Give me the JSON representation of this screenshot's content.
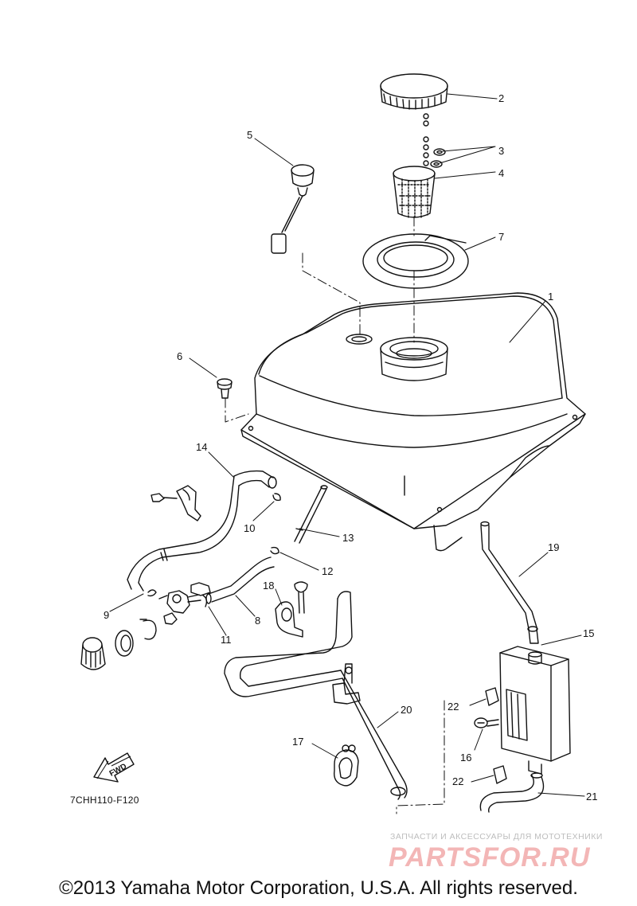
{
  "diagram": {
    "callouts": [
      "1",
      "2",
      "3",
      "4",
      "5",
      "6",
      "7",
      "8",
      "9",
      "10",
      "11",
      "12",
      "13",
      "14",
      "15",
      "16",
      "17",
      "18",
      "19",
      "20",
      "21",
      "22",
      "22"
    ],
    "fwd_label": "FWD",
    "drawing_code": "7CHH110-F120"
  },
  "watermark": {
    "subtitle": "ЗАПЧАСТИ И АКСЕССУАРЫ ДЛЯ МОТОТЕХНИКИ",
    "logo": "PARTSFOR.RU"
  },
  "copyright": "©2013 Yamaha Motor Corporation, U.S.A. All rights reserved."
}
